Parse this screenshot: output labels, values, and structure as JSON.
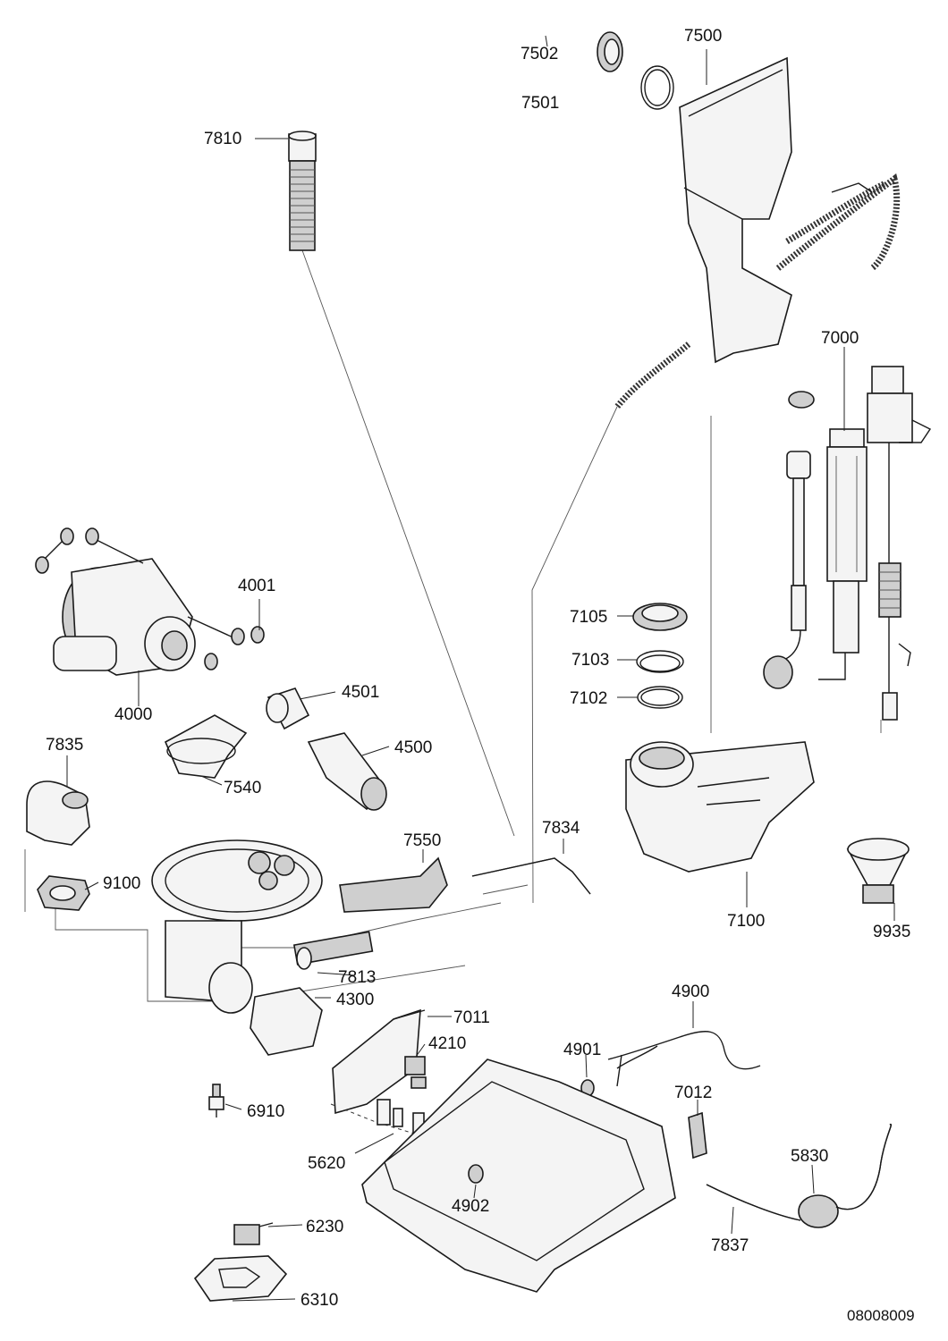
{
  "drawing_code": "08008009",
  "callouts": {
    "p7502": "7502",
    "p7500": "7500",
    "p7501": "7501",
    "p7810": "7810",
    "p7000": "7000",
    "p4001": "4001",
    "p7105": "7105",
    "p7103": "7103",
    "p7102": "7102",
    "p4000": "4000",
    "p4501": "4501",
    "p4500": "4500",
    "p7835": "7835",
    "p7540": "7540",
    "p7834": "7834",
    "p7550": "7550",
    "p9100": "9100",
    "p7100": "7100",
    "p9935": "9935",
    "p7813": "7813",
    "p4300": "4300",
    "p4900": "4900",
    "p7011": "7011",
    "p4210": "4210",
    "p4901": "4901",
    "p7012": "7012",
    "p6910": "6910",
    "p5830": "5830",
    "p5620": "5620",
    "p4902": "4902",
    "p6230": "6230",
    "p7837": "7837",
    "p6310": "6310"
  }
}
